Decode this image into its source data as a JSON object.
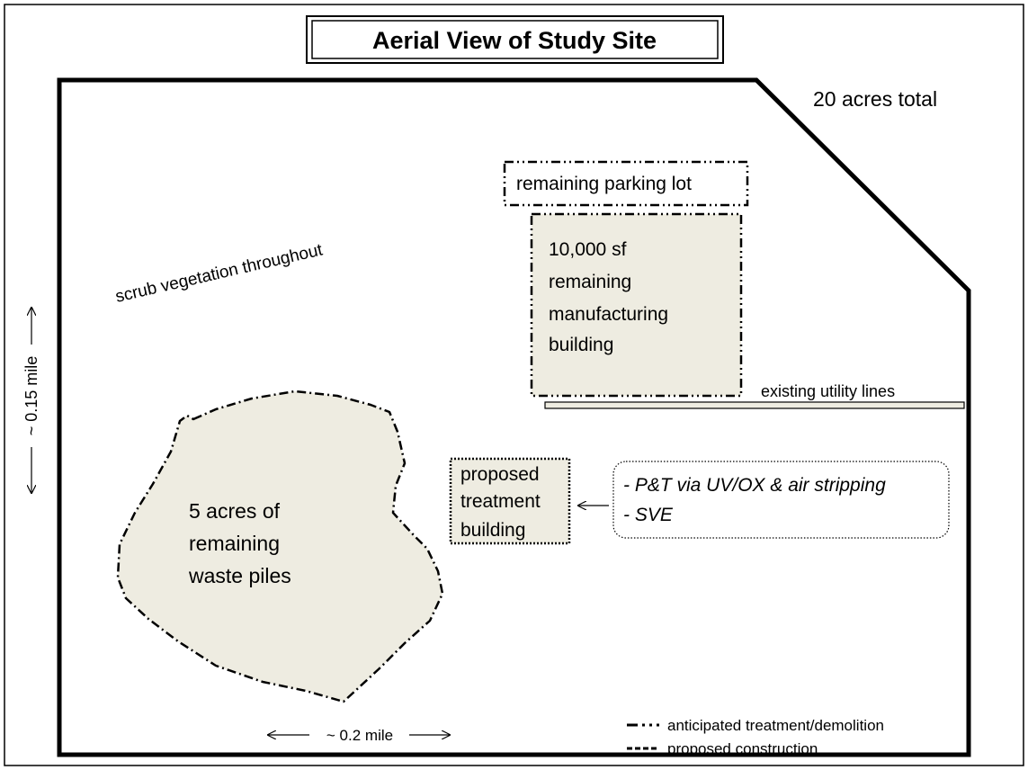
{
  "title": "Aerial View of Study Site",
  "site_area": "20 acres total",
  "vegetation": "scrub vegetation throughout",
  "parking_lot": "remaining parking lot",
  "manufacturing_building": [
    "10,000 sf",
    "remaining",
    "manufacturing",
    "building"
  ],
  "utility_lines": "existing utility lines",
  "waste_piles": [
    "5 acres of",
    "remaining",
    "waste piles"
  ],
  "treatment_building": [
    "proposed",
    "treatment",
    "building"
  ],
  "treatment_methods": [
    "- P&T via UV/OX & air stripping",
    "- SVE"
  ],
  "scale_vertical": "~ 0.15 mile",
  "scale_horizontal": "~ 0.2 mile",
  "legend": {
    "demolition": "anticipated treatment/demolition",
    "construction": "proposed construction"
  },
  "colors": {
    "fill_tan": "#eeece1",
    "stroke": "#000000"
  }
}
